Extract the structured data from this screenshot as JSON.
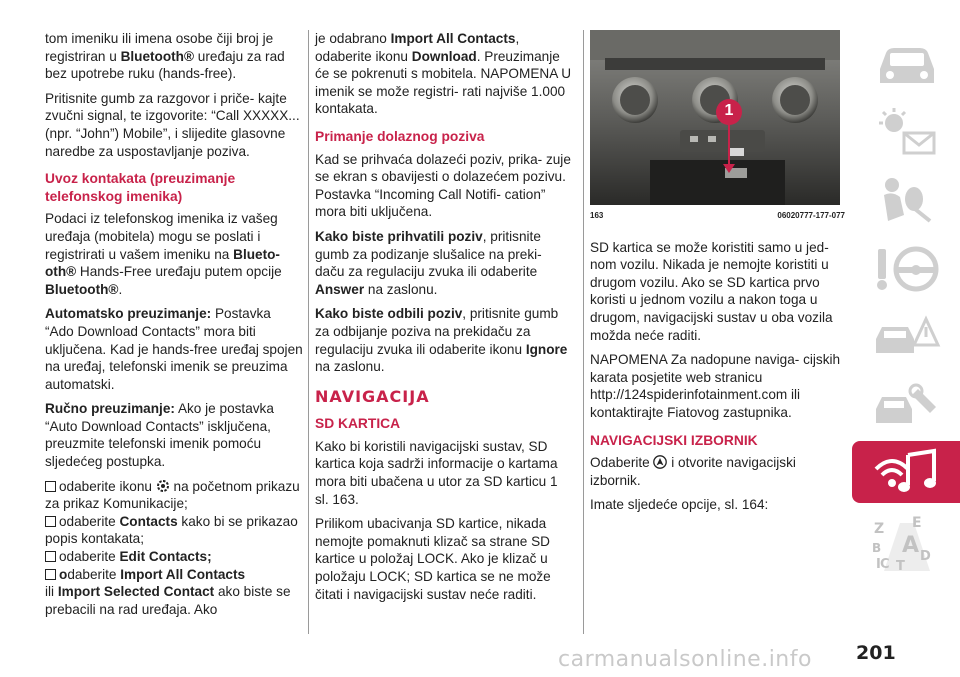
{
  "col1": {
    "p1": "tom imeniku ili imena osobe čiji broj je registriran u ",
    "p1_b": "Bluetooth®",
    "p1_end": " uređaju za rad bez upotrebe ruku (hands-free).",
    "p2": "Pritisnite gumb za razgovor i priče- kajte zvučni signal, te izgovorite: “Call XXXXX... (npr. “John”) Mobile”, i slijedite glasovne naredbe za uspostavljanje poziva.",
    "h1": "Uvoz kontakata (preuzimanje telefonskog imenika)",
    "p3": "Podaci iz telefonskog imenika iz vašeg uređaja (mobitela) mogu se poslati i registrirati u vašem imeniku na ",
    "p3_b1": "Blueto- oth®",
    "p3_mid": " Hands-Free uređaju putem opcije ",
    "p3_b2": "Bluetooth®",
    "p3_end": ".",
    "p4_b": "Automatsko preuzimanje:",
    "p4": " Postavka “Ado Download Contacts” mora biti uključena. Kad je hands-free uređaj spojen na uređaj, telefonski imenik se preuzima automatski.",
    "p5_b": "Ručno preuzimanje:",
    "p5": " Ako je postavka “Auto Download Contacts” isključena, preuzmite telefonski imenik pomoću sljedećeg postupka.",
    "b1a": "odaberite ikonu ",
    "b1b": " na početnom prikazu za prikaz Komunikacije;",
    "b2a": "odaberite ",
    "b2b": "Contacts",
    "b2c": " kako bi se prikazao popis kontakata;",
    "b3a": "odaberite ",
    "b3b": "Edit Contacts;",
    "b4a": "o",
    "b4b": "daberite ",
    "b4c": "Import All Contacts",
    "b4d": "ili ",
    "b4e": "Import Selected Contact",
    "b4f": " ako biste se prebacili na rad uređaja. Ako"
  },
  "col2": {
    "p1a": "je odabrano ",
    "p1b": "Import All Contacts",
    "p1c": ", odaberite ikonu ",
    "p1d": "Download",
    "p1e": ". Preuzimanje će se pokrenuti s mobitela. NAPOMENA U imenik se može registri- rati najviše 1.000 kontakata.",
    "h1": "Primanje dolaznog poziva",
    "p2": "Kad se prihvaća dolazeći poziv, prika- zuje se ekran s obavijesti o dolazećem pozivu. Postavka “Incoming Call Notifi- cation” mora biti uključena.",
    "p3a": "Kako biste prihvatili poziv",
    "p3b": ", pritisnite gumb za podizanje slušalice na preki- daču za regulaciju zvuka ili odaberite ",
    "p3c": "Answer",
    "p3d": " na zaslonu.",
    "p4a": "Kako biste odbili poziv",
    "p4b": ", pritisnite gumb za odbijanje poziva na prekidaču za regulaciju zvuka ili odaberite ikonu ",
    "p4c": "Ignore",
    "p4d": " na zaslonu.",
    "h2": "NAVIGACIJA",
    "h3": "SD KARTICA",
    "p5": "Kako bi koristili navigacijski sustav, SD kartica koja sadrži informacije o kartama mora biti ubačena u utor za SD karticu 1 sl. 163.",
    "p6": "Prilikom ubacivanja SD kartice, nikada nemojte pomaknuti klizač sa strane SD kartice u položaj LOCK. Ako je klizač u položaju LOCK; SD kartica se ne može čitati i navigacijski sustav neće raditi."
  },
  "col3": {
    "fig_left": "163",
    "fig_right": "06020777-177-077",
    "callout": "1",
    "p1": "SD kartica se može koristiti samo u jed- nom vozilu. Nikada je nemojte koristiti u drugom vozilu. Ako se SD kartica prvo koristi u jednom vozilu a nakon toga u drugom, navigacijski sustav u oba vozila možda neće raditi.",
    "p2": "NAPOMENA Za nadopune naviga- cijskih karata posjetite web stranicu http://124spiderinfotainment.com ili kontaktirajte Fiatovog zastupnika.",
    "h1": "NAVIGACIJSKI IZBORNIK",
    "p3a": "Odaberite ",
    "p3b": " i otvorite navigacijski izbornik.",
    "p4": "Imate sljedeće opcije, sl. 164:"
  },
  "sidebar": {
    "letters": [
      "Z",
      "E",
      "B",
      "A",
      "C",
      "T",
      "D",
      "I"
    ]
  },
  "page_number": "201",
  "watermark": "carmanualsonline.info",
  "colors": {
    "accent": "#c8224a",
    "tab_icon": "#c8c8c8"
  }
}
